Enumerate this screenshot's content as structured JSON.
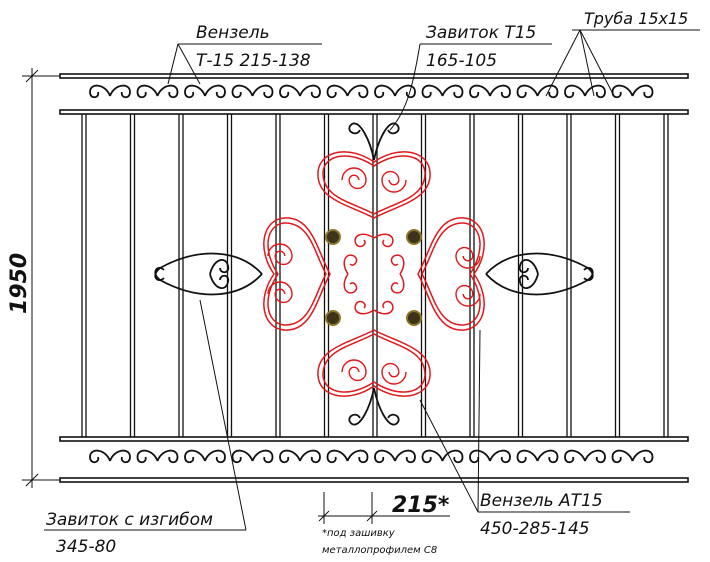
{
  "labels": {
    "venzel_title": "Вензель",
    "venzel_code": "Т-15 215-138",
    "zavitok_title": "Завиток Т15",
    "zavitok_code": "165-105",
    "truba": "Труба 15х15",
    "height": "1950",
    "bend_title": "Завиток с изгибом",
    "bend_code": "345-80",
    "spacing": "215*",
    "note_line1": "*под зашивку",
    "note_line2": "металлопрофилем С8",
    "venzel_at_title": "Вензель АТ15",
    "venzel_at_code": "450-285-145"
  },
  "colors": {
    "frame": "#111111",
    "ornament": "#e0181b",
    "rivet": "#6b5a1e"
  },
  "icons": [
    "scroll-ornament-icon",
    "rivet-icon",
    "arrow-icon"
  ]
}
